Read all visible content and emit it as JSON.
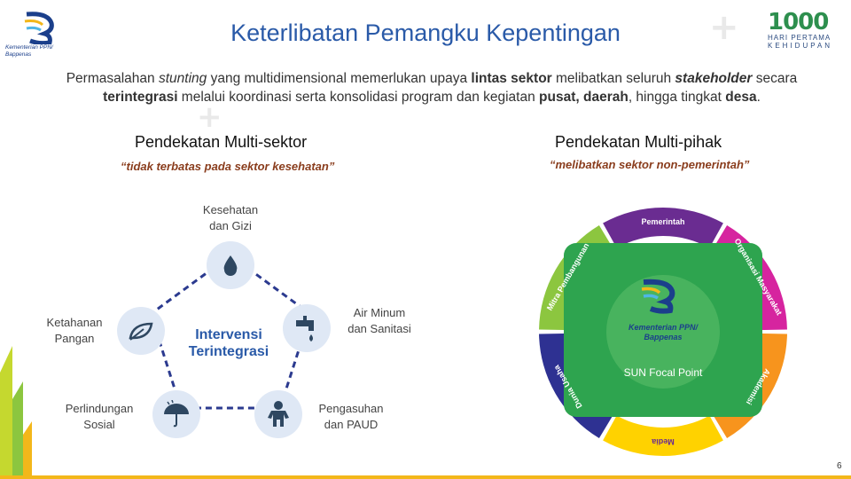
{
  "header": {
    "title": "Keterlibatan Pemangku Kepentingan",
    "logo_left_text": "Kementerian PPN/ Bappenas",
    "logo_right": {
      "number": "1000",
      "line1": "HARI PERTAMA",
      "line2": "KEHIDUPAN"
    }
  },
  "intro": {
    "p1": "Permasalahan ",
    "p1_italic": "stunting",
    "p2": " yang multidimensional memerlukan upaya ",
    "p2_bold": "lintas sektor",
    "p3": " melibatkan seluruh ",
    "p3_bolditalic": "stakeholder",
    "p4": " secara ",
    "p4_bold": "terintegrasi",
    "p5": " melalui koordinasi serta konsolidasi program dan kegiatan ",
    "p5_bold1": "pusat, daerah",
    "p6": ", hingga tingkat ",
    "p6_bold": "desa",
    "p7": "."
  },
  "left_section": {
    "heading": "Pendekatan Multi-sektor",
    "quote": "“tidak terbatas pada sektor kesehatan”",
    "center_label_1": "Intervensi",
    "center_label_2": "Terintegrasi",
    "nodes": {
      "kesehatan_1": "Kesehatan",
      "kesehatan_2": "dan Gizi",
      "ketahanan_1": "Ketahanan",
      "ketahanan_2": "Pangan",
      "air_1": "Air Minum",
      "air_2": "dan Sanitasi",
      "perlindungan_1": "Perlindungan",
      "perlindungan_2": "Sosial",
      "pengasuhan_1": "Pengasuhan",
      "pengasuhan_2": "dan PAUD"
    }
  },
  "right_section": {
    "heading": "Pendekatan Multi-pihak",
    "quote": "“melibatkan sektor non-pemerintah”",
    "center_logo_text_1": "Kementerian PPN/",
    "center_logo_text_2": "Bappenas",
    "focal_point": "SUN Focal Point",
    "segments": [
      "Pemerintah",
      "Organisasi Masyarakat",
      "Akademisi",
      "Media",
      "Dunia Usaha",
      "Mitra Pembangunan"
    ],
    "segment_colors": [
      "#6a2c91",
      "#d6249f",
      "#f7941d",
      "#ffd200",
      "#2e3192",
      "#8cc63f"
    ],
    "inner_color": "#2ea44f"
  },
  "page_number": "6",
  "colors": {
    "title_blue": "#2a5aa8",
    "accent_yellow": "#f3b71a",
    "node_bg": "#dfe8f5",
    "node_icon": "#2e4761"
  }
}
